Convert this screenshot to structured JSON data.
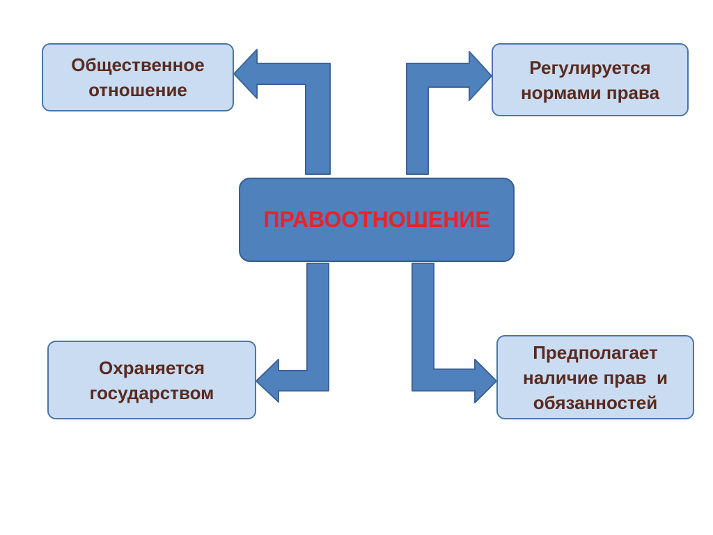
{
  "center": {
    "label": "ПРАВООТНОШЕНИЕ",
    "color": "#e8232a"
  },
  "nodes": {
    "top_left": {
      "line1": "Общественное",
      "line2": "отношение"
    },
    "top_right": {
      "line1": "Регулируется",
      "line2": "нормами права"
    },
    "bottom_left": {
      "line1": "Охраняется",
      "line2": "государством"
    },
    "bottom_right": {
      "line1": "Предполагает",
      "line2": "наличие прав  и",
      "line3": "обязанностей"
    }
  },
  "colors": {
    "arrow": "#4f81bd",
    "arrow_outline": "#3b6496",
    "box_fill": "#c9dcf1",
    "box_border": "#4a74a8",
    "box_text": "#5a2a20"
  },
  "icons": [
    "arrow-top-left-icon",
    "arrow-top-right-icon",
    "arrow-bottom-left-icon",
    "arrow-bottom-right-icon"
  ]
}
